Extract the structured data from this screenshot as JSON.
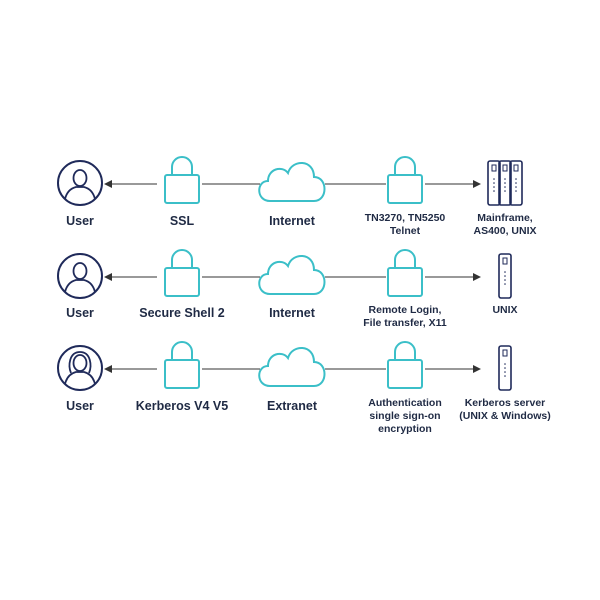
{
  "colors": {
    "teal": "#3bbfc8",
    "navy": "#1f2a5a",
    "text": "#1f2a44",
    "arrow": "#333333"
  },
  "rows": [
    {
      "user": {
        "label": "User",
        "icon": "user-male-icon"
      },
      "protocol": {
        "label": "SSL",
        "icon": "padlock-icon"
      },
      "network": {
        "label": "Internet",
        "icon": "cloud-icon"
      },
      "service": {
        "lines": [
          "TN3270, TN5250",
          "Telnet"
        ],
        "icon": "padlock-icon"
      },
      "server": {
        "lines": [
          "Mainframe,",
          "AS400, UNIX"
        ],
        "icon": "server-rack-icon"
      }
    },
    {
      "user": {
        "label": "User",
        "icon": "user-male-icon"
      },
      "protocol": {
        "label": "Secure Shell 2",
        "icon": "padlock-icon"
      },
      "network": {
        "label": "Internet",
        "icon": "cloud-icon"
      },
      "service": {
        "lines": [
          "Remote Login,",
          "File transfer, X11"
        ],
        "icon": "padlock-icon"
      },
      "server": {
        "lines": [
          "UNIX"
        ],
        "icon": "server-tower-icon"
      }
    },
    {
      "user": {
        "label": "User",
        "icon": "user-female-icon"
      },
      "protocol": {
        "label": "Kerberos V4 V5",
        "icon": "padlock-icon"
      },
      "network": {
        "label": "Extranet",
        "icon": "cloud-icon"
      },
      "service": {
        "lines": [
          "Authentication",
          "single sign-on",
          "encryption"
        ],
        "icon": "padlock-icon"
      },
      "server": {
        "lines": [
          "Kerberos server",
          "(UNIX & Windows)"
        ],
        "icon": "server-tower-icon"
      }
    }
  ]
}
